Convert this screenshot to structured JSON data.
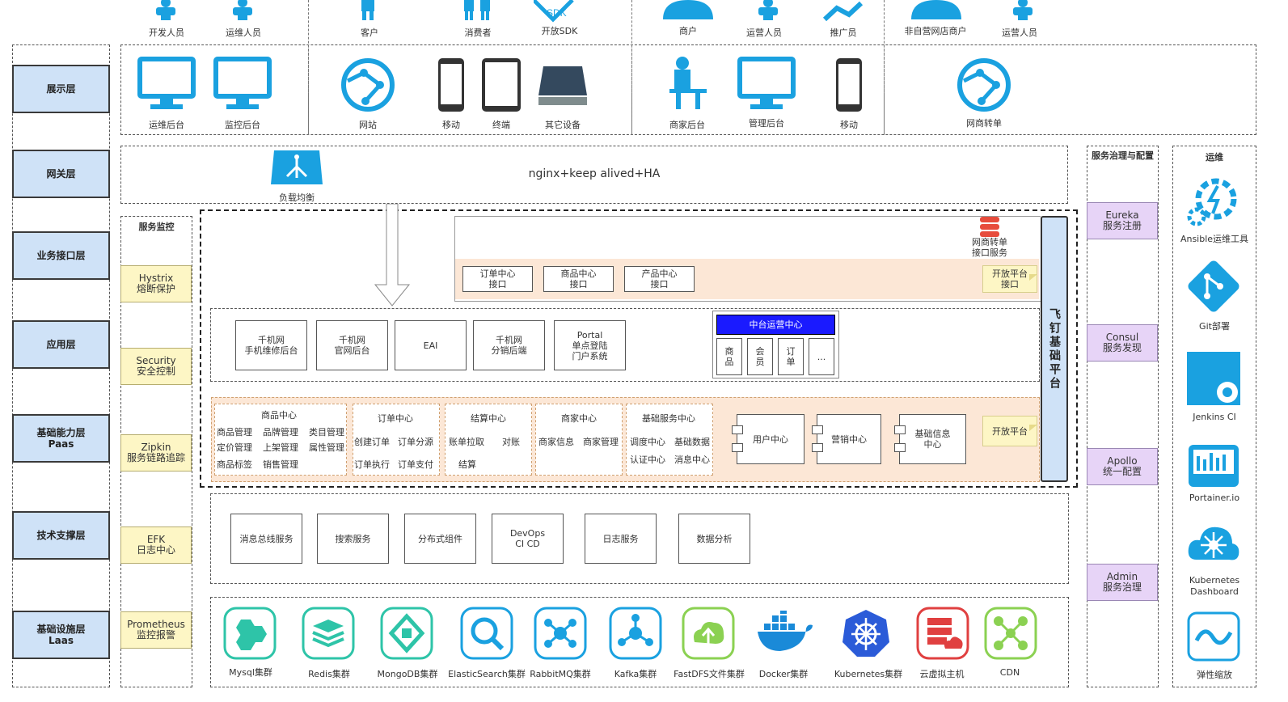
{
  "roles": [
    "开发人员",
    "运维人员",
    "客户",
    "消费者",
    "开放SDK",
    "商户",
    "运营人员",
    "推广员",
    "非自营网店商户",
    "运营人员"
  ],
  "sdk_text": "SDK",
  "display_items": [
    "运维后台",
    "监控后台",
    "网站",
    "移动",
    "终端",
    "其它设备",
    "商家后台",
    "管理后台",
    "移动",
    "网商转单"
  ],
  "layers": [
    "展示层",
    "网关层",
    "业务接口层",
    "应用层",
    "基础能力层",
    "Paas",
    "技术支撑层",
    "基础设施层",
    "Laas"
  ],
  "gateway": {
    "lb_label": "负载均衡",
    "text": "nginx+keep alived+HA"
  },
  "monitor": {
    "title": "服务监控",
    "items": [
      "Hystrix",
      "熔断保护",
      "Security",
      "安全控制",
      "Zipkin",
      "服务链路追踪",
      "EFK",
      "日志中心",
      "Prometheus",
      "监控报警"
    ]
  },
  "governance": {
    "title": "服务治理与配置",
    "items": [
      "Eureka",
      "服务注册",
      "Consul",
      "服务发现",
      "Apollo",
      "统一配置",
      "Admin",
      "服务治理"
    ]
  },
  "ops": {
    "title": "运维",
    "items": [
      "Ansible运维工具",
      "Git部署",
      "Jenkins CI",
      "Portainer.io",
      "Kubernetes",
      "Dashboard",
      "弹性缩放"
    ]
  },
  "biz_interface": {
    "service": [
      "网商转单",
      "接口服务"
    ],
    "items": [
      "订单中心",
      "接口",
      "商品中心",
      "接口",
      "产品中心",
      "接口"
    ],
    "open": [
      "开放平台",
      "接口"
    ]
  },
  "app_layer": {
    "items": [
      "千机网",
      "手机维修后台",
      "千机网",
      "官网后台",
      "EAI",
      "千机网",
      "分销后端",
      "Portal",
      "单点登陆",
      "门户系统"
    ],
    "center_title": "中台运营中心",
    "center_items": [
      "商",
      "品",
      "会",
      "员",
      "订",
      "单",
      "..."
    ]
  },
  "platform": "飞钉基础平台",
  "paas": {
    "goods": {
      "title": "商品中心",
      "items": [
        "商品管理",
        "品牌管理",
        "类目管理",
        "定价管理",
        "上架管理",
        "属性管理",
        "商品标签",
        "销售管理"
      ]
    },
    "order": {
      "title": "订单中心",
      "items": [
        "创建订单",
        "订单分源",
        "订单执行",
        "订单支付"
      ]
    },
    "settle": {
      "title": "结算中心",
      "items": [
        "账单拉取",
        "对账",
        "结算"
      ]
    },
    "merchant": {
      "title": "商家中心",
      "items": [
        "商家信息",
        "商家管理"
      ]
    },
    "base": {
      "title": "基础服务中心",
      "items": [
        "调度中心",
        "基础数据",
        "认证中心",
        "消息中心"
      ]
    },
    "components": [
      "用户中心",
      "营销中心",
      "基础信息",
      "中心"
    ],
    "open": "开放平台"
  },
  "tech": [
    "消息总线服务",
    "搜索服务",
    "分布式组件",
    "DevOps",
    "CI CD",
    "日志服务",
    "数据分析"
  ],
  "infra": [
    "Mysql集群",
    "Redis集群",
    "MongoDB集群",
    "ElasticSearch集群",
    "RabbitMQ集群",
    "Kafka集群",
    "FastDFS文件集群",
    "Docker集群",
    "Kubernetes集群",
    "云虚拟主机",
    "CDN"
  ],
  "colors": {
    "icon_blue": "#1aa1e0",
    "layer_fill": "#cfe2f7",
    "monitor_fill": "#fdf6c5",
    "gov_fill": "#e7d4f7",
    "paas_fill": "#fce7d6",
    "center_title": "#1a1aff",
    "infra_teal": "#2ec4a8"
  }
}
